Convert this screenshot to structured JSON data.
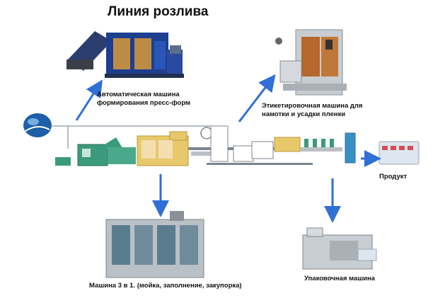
{
  "title": "Линия розлива",
  "labels": {
    "blow_molding": [
      "Автоматическая машина",
      "формирования пресс-форм"
    ],
    "sleeve_labeling": [
      "Этикетировочная машина для",
      "намотки и усадки пленки"
    ],
    "product": "Продукт",
    "monoblock": "Машина 3 в 1. (мойка, заполнение, закупорка)",
    "packing": "Упаковочная машина"
  },
  "colors": {
    "arrow": "#2f6fd6",
    "blow_machine": "#1d3f8f",
    "filler_frame": "#e7c96a",
    "conveyor_green": "#3c9a7c",
    "frame_steel": "#b9c0c6"
  }
}
